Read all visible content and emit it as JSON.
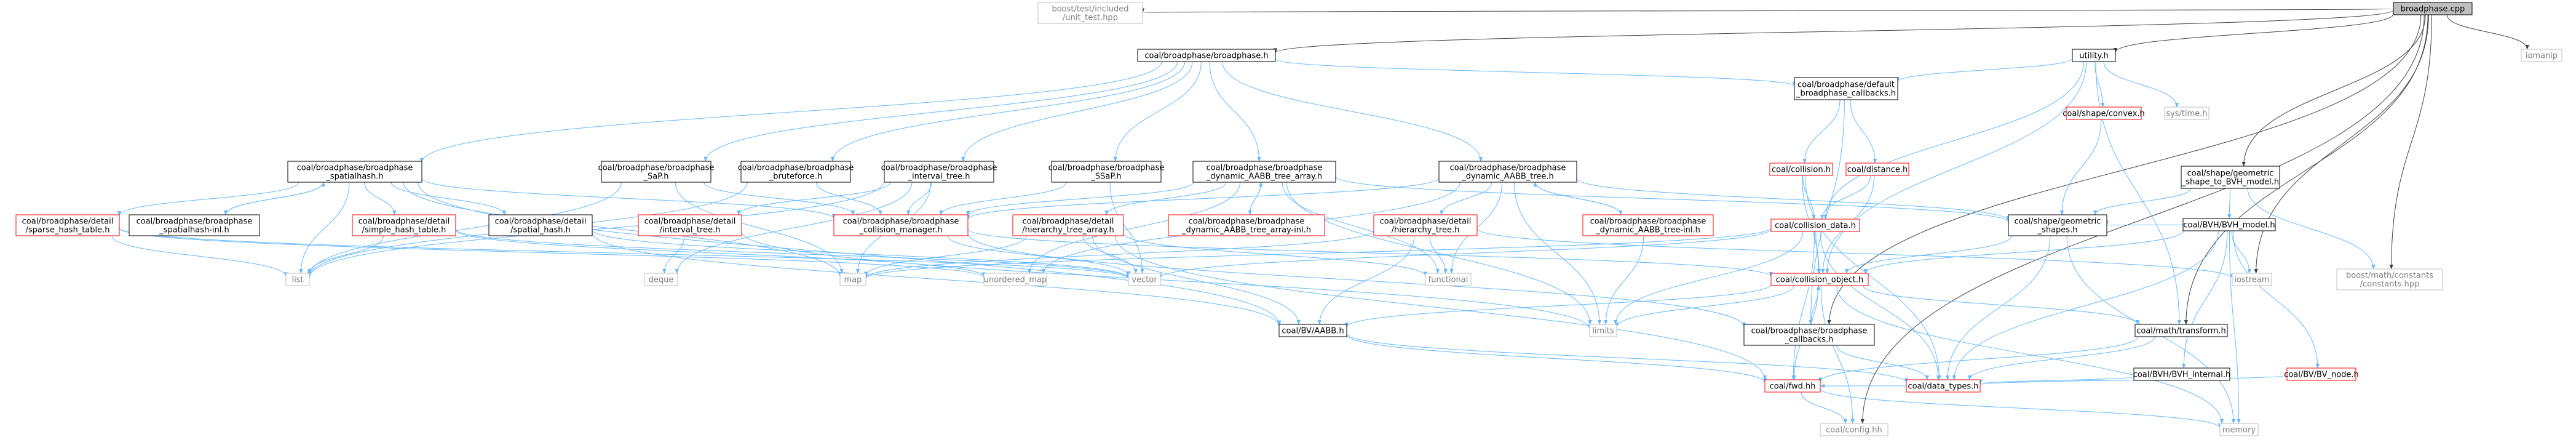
{
  "colors": {
    "edge": "#63b8ff",
    "root_edge": "#404040",
    "node_border": "#000000",
    "node_border_red": "#ff0000",
    "text": "#000000",
    "root_fill": "#bfbfbf",
    "system_header_border": "#bfbfbf",
    "system_header_text": "#7f7f7f"
  },
  "nodes": [
    {
      "id": "broadphase_cpp",
      "lines": [
        "broadphase.cpp"
      ],
      "style": "root"
    },
    {
      "id": "boost_test",
      "lines": [
        "boost/test/included",
        "/unit_test.hpp"
      ],
      "style": "system"
    },
    {
      "id": "bp_h",
      "lines": [
        "coal/broadphase/broadphase.h"
      ],
      "style": "normal"
    },
    {
      "id": "utility_h",
      "lines": [
        "utility.h"
      ],
      "style": "normal"
    },
    {
      "id": "shape_to_bvh",
      "lines": [
        "coal/shape/geometric",
        "_shape_to_BVH_model.h"
      ],
      "style": "normal"
    },
    {
      "id": "iomanip",
      "lines": [
        "iomanip"
      ],
      "style": "system"
    },
    {
      "id": "default_cb",
      "lines": [
        "coal/broadphase/default",
        "_broadphase_callbacks.h"
      ],
      "style": "normal"
    },
    {
      "id": "shape_convex",
      "lines": [
        "coal/shape/convex.h"
      ],
      "style": "red"
    },
    {
      "id": "sys_time",
      "lines": [
        "sys/time.h"
      ],
      "style": "system"
    },
    {
      "id": "collision_h",
      "lines": [
        "coal/collision.h"
      ],
      "style": "red"
    },
    {
      "id": "distance_h",
      "lines": [
        "coal/distance.h"
      ],
      "style": "red"
    },
    {
      "id": "bp_spatialhash",
      "lines": [
        "coal/broadphase/broadphase",
        "_spatialhash.h"
      ],
      "style": "normal"
    },
    {
      "id": "bp_sap",
      "lines": [
        "coal/broadphase/broadphase",
        "_SaP.h"
      ],
      "style": "normal"
    },
    {
      "id": "bp_bruteforce",
      "lines": [
        "coal/broadphase/broadphase",
        "_bruteforce.h"
      ],
      "style": "normal"
    },
    {
      "id": "bp_interval",
      "lines": [
        "coal/broadphase/broadphase",
        "_interval_tree.h"
      ],
      "style": "normal"
    },
    {
      "id": "bp_ssap",
      "lines": [
        "coal/broadphase/broadphase",
        "_SSaP.h"
      ],
      "style": "normal"
    },
    {
      "id": "bp_dyn_array",
      "lines": [
        "coal/broadphase/broadphase",
        "_dynamic_AABB_tree_array.h"
      ],
      "style": "normal"
    },
    {
      "id": "bp_dyn_tree",
      "lines": [
        "coal/broadphase/broadphase",
        "_dynamic_AABB_tree.h"
      ],
      "style": "normal"
    },
    {
      "id": "bvh_model",
      "lines": [
        "coal/BVH/BVH_model.h"
      ],
      "style": "normal"
    },
    {
      "id": "det_sparse",
      "lines": [
        "coal/broadphase/detail",
        "/sparse_hash_table.h"
      ],
      "style": "red"
    },
    {
      "id": "sh_inl",
      "lines": [
        "coal/broadphase/broadphase",
        "_spatialhash-inl.h"
      ],
      "style": "normal"
    },
    {
      "id": "det_simple",
      "lines": [
        "coal/broadphase/detail",
        "/simple_hash_table.h"
      ],
      "style": "red"
    },
    {
      "id": "det_spatial",
      "lines": [
        "coal/broadphase/detail",
        "/spatial_hash.h"
      ],
      "style": "normal"
    },
    {
      "id": "det_interval",
      "lines": [
        "coal/broadphase/detail",
        "/interval_tree.h"
      ],
      "style": "red"
    },
    {
      "id": "collision_mgr",
      "lines": [
        "coal/broadphase/broadphase",
        "_collision_manager.h"
      ],
      "style": "red"
    },
    {
      "id": "det_hier_array",
      "lines": [
        "coal/broadphase/detail",
        "/hierarchy_tree_array.h"
      ],
      "style": "red"
    },
    {
      "id": "dyn_array_inl",
      "lines": [
        "coal/broadphase/broadphase",
        "_dynamic_AABB_tree_array-inl.h"
      ],
      "style": "red"
    },
    {
      "id": "det_hier",
      "lines": [
        "coal/broadphase/detail",
        "/hierarchy_tree.h"
      ],
      "style": "red"
    },
    {
      "id": "dyn_tree_inl",
      "lines": [
        "coal/broadphase/broadphase",
        "_dynamic_AABB_tree-inl.h"
      ],
      "style": "red"
    },
    {
      "id": "collision_data",
      "lines": [
        "coal/collision_data.h"
      ],
      "style": "red"
    },
    {
      "id": "shape_geom",
      "lines": [
        "coal/shape/geometric",
        "_shapes.h"
      ],
      "style": "normal"
    },
    {
      "id": "boost_const",
      "lines": [
        "boost/math/constants",
        "/constants.hpp"
      ],
      "style": "system"
    },
    {
      "id": "list",
      "lines": [
        "list"
      ],
      "style": "system"
    },
    {
      "id": "deque",
      "lines": [
        "deque"
      ],
      "style": "system"
    },
    {
      "id": "map",
      "lines": [
        "map"
      ],
      "style": "system"
    },
    {
      "id": "unordered_map",
      "lines": [
        "unordered_map"
      ],
      "style": "system"
    },
    {
      "id": "vector",
      "lines": [
        "vector"
      ],
      "style": "system"
    },
    {
      "id": "functional",
      "lines": [
        "functional"
      ],
      "style": "system"
    },
    {
      "id": "iostream",
      "lines": [
        "iostream"
      ],
      "style": "system"
    },
    {
      "id": "collision_object",
      "lines": [
        "coal/collision_object.h"
      ],
      "style": "red"
    },
    {
      "id": "limits",
      "lines": [
        "limits"
      ],
      "style": "system"
    },
    {
      "id": "bv_aabb",
      "lines": [
        "coal/BV/AABB.h"
      ],
      "style": "normal"
    },
    {
      "id": "bp_callbacks",
      "lines": [
        "coal/broadphase/broadphase",
        "_callbacks.h"
      ],
      "style": "normal"
    },
    {
      "id": "math_transform",
      "lines": [
        "coal/math/transform.h"
      ],
      "style": "normal"
    },
    {
      "id": "bvh_internal",
      "lines": [
        "coal/BVH/BVH_internal.h"
      ],
      "style": "normal"
    },
    {
      "id": "bv_node",
      "lines": [
        "coal/BV/BV_node.h"
      ],
      "style": "red"
    },
    {
      "id": "fwd_hh",
      "lines": [
        "coal/fwd.hh"
      ],
      "style": "red"
    },
    {
      "id": "data_types",
      "lines": [
        "coal/data_types.h"
      ],
      "style": "red"
    },
    {
      "id": "memory",
      "lines": [
        "memory"
      ],
      "style": "system"
    },
    {
      "id": "config_hh",
      "lines": [
        "coal/config.hh"
      ],
      "style": "system"
    }
  ]
}
